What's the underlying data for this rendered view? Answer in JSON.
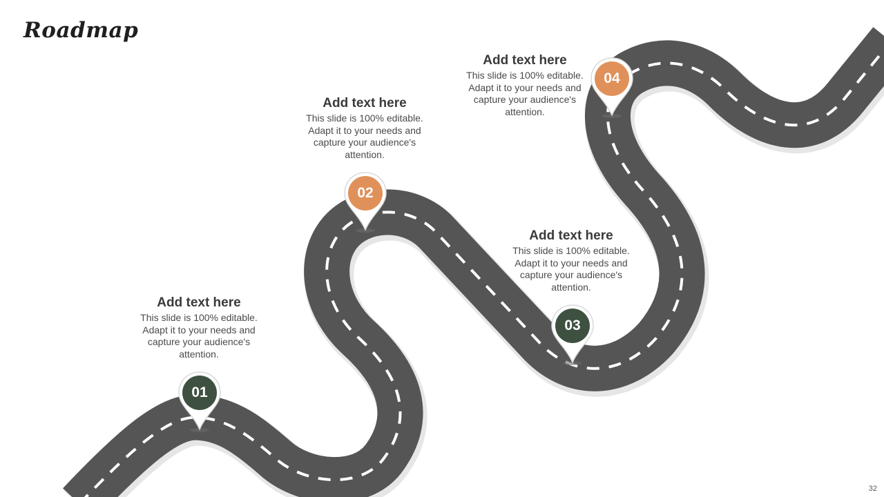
{
  "slide": {
    "title": "Roadmap",
    "page_number": "32"
  },
  "colors": {
    "road": "#555555",
    "dash": "#ffffff",
    "orange": "#E0915A",
    "green": "#3E5141",
    "pin_ring": "#d9d9d9"
  },
  "milestones": [
    {
      "number": "01",
      "color": "green",
      "heading": "Add text here",
      "text": "This slide is 100% editable. Adapt it to your needs and capture your audience's attention."
    },
    {
      "number": "02",
      "color": "orange",
      "heading": "Add text here",
      "text": "This slide is 100% editable. Adapt it to your needs and capture your audience's attention."
    },
    {
      "number": "03",
      "color": "green",
      "heading": "Add text here",
      "text": "This slide is 100% editable. Adapt it to your needs and capture your audience's attention."
    },
    {
      "number": "04",
      "color": "orange",
      "heading": "Add text here",
      "text": "This slide is 100% editable. Adapt it to your needs and capture your audience's attention."
    }
  ]
}
